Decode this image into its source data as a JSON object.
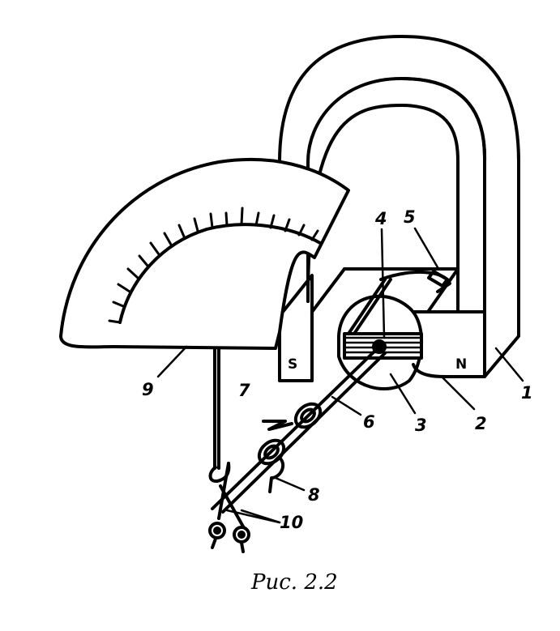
{
  "figure": {
    "caption": "Рис. 2.2",
    "poles": {
      "south": "S",
      "north": "N"
    },
    "callouts": [
      "1",
      "2",
      "3",
      "4",
      "5",
      "6",
      "7",
      "8",
      "9",
      "10"
    ]
  }
}
